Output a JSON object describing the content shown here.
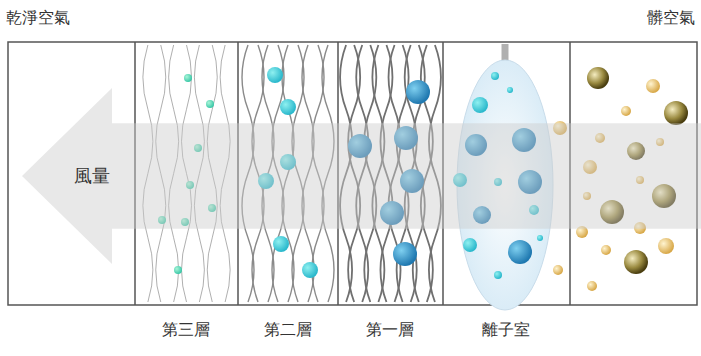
{
  "diagram": {
    "nodes": [
      {
        "text": [
          "風量"
        ]
      }
    ],
    "labels": [
      "乾淨空氣",
      "髒空氣",
      "第三層",
      "第二層",
      "第一層",
      "離子室"
    ]
  }
}
